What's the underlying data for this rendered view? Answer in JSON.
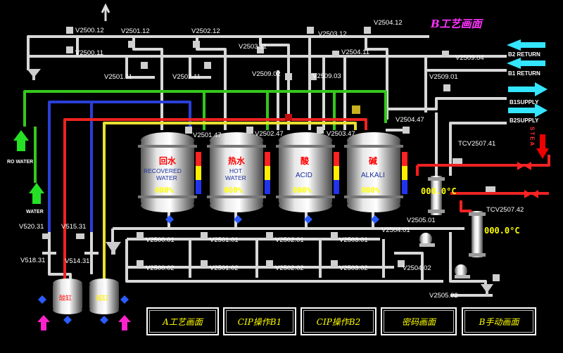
{
  "title": "B工艺画面",
  "valves": [
    "V2500.12",
    "V2501.12",
    "V2502.12",
    "V2503.12",
    "V2504.12",
    "V2500.11",
    "V2503.11",
    "V2504.11",
    "V2509.04",
    "V2501.11",
    "V2502.11",
    "V2509.02",
    "V2509.03",
    "V2509.01",
    "V2501.47",
    "V2502.47",
    "V2503.47",
    "V2504.47",
    "TCV2507.41",
    "TCV2507.42",
    "V2505.01",
    "V2504.01",
    "V520.31",
    "V515.31",
    "V518.31",
    "V514.31",
    "V2500.01",
    "V2501.01",
    "V2502.01",
    "V2503.01",
    "V2500.02",
    "V2501.02",
    "V2502.02",
    "V2503.02",
    "V2504.02",
    "V2505.02"
  ],
  "arrows": {
    "b2_return": "B2 RETURN",
    "b1_return": "B1 RETURN",
    "b1_supply": "B1SUPPLY",
    "b2_supply": "B2SUPPLY",
    "steam": "STEA",
    "ro_water": "RO WATER",
    "water": "WATER"
  },
  "tanks": [
    {
      "cn": "回水",
      "en1": "RECOVERED",
      "en2": "WATER",
      "pct": "000%"
    },
    {
      "cn": "热水",
      "en1": "HOT",
      "en2": "WATER",
      "pct": "000%"
    },
    {
      "cn": "酸",
      "en1": "ACID",
      "en2": "",
      "pct": "000%"
    },
    {
      "cn": "碱",
      "en1": "ALKALI",
      "en2": "",
      "pct": "000%"
    }
  ],
  "small_tanks": [
    "酸缸",
    "碱缸"
  ],
  "temps": [
    "000.0°C",
    "000.0°C"
  ],
  "nav": [
    "A工艺画面",
    "CIP操作B1",
    "CIP操作B2",
    "密码画面",
    "B手动画面"
  ]
}
